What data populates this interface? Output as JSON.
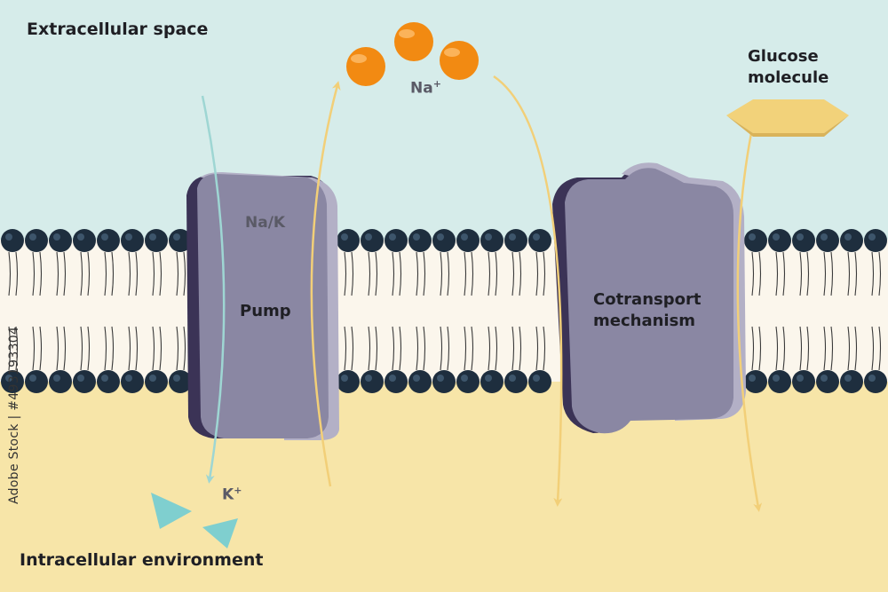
{
  "labels": {
    "extracellular": "Extracellular space",
    "intracellular": "Intracellular environment",
    "na_ion": "Na",
    "na_sup": "+",
    "k_ion": "K",
    "k_sup": "+",
    "pump_top": "Na/K",
    "pump": "Pump",
    "cotransport_line1": "Cotransport",
    "cotransport_line2": "mechanism",
    "glucose_line1": "Glucose",
    "glucose_line2": "molecule"
  },
  "watermark": "Adobe Stock | #493193304",
  "colors": {
    "extracellular_bg": "#d6ecea",
    "intracellular_bg": "#f7e5a8",
    "membrane_core": "#fbf6ec",
    "lipid_head": "#1e2e3e",
    "protein": "#8a87a3",
    "protein_dark": "#3b3356",
    "protein_light": "#b3b0c6",
    "sodium": "#f28a12",
    "potassium": "#7fcfcf",
    "glucose": "#f2d27a",
    "arrow_yellow": "#f2cf78",
    "arrow_teal": "#9ed6d3"
  },
  "icons": [
    "sodium-ion-icon",
    "potassium-ion-icon",
    "glucose-molecule-icon",
    "lipid-bilayer-icon",
    "transport-protein-icon"
  ]
}
